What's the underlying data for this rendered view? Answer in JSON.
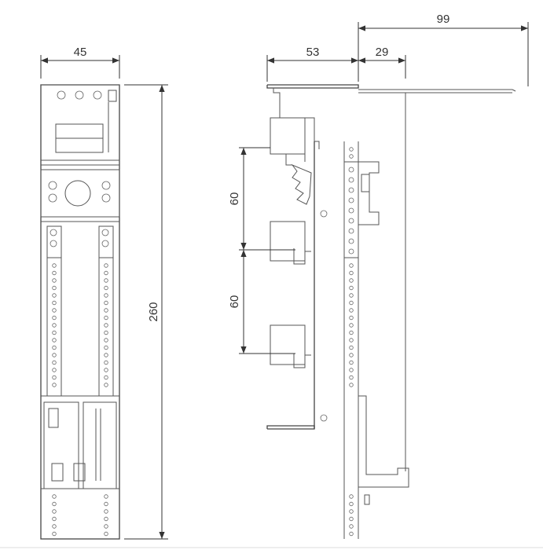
{
  "dimensions": {
    "front_width": "45",
    "total_height": "260",
    "side_depth": "53",
    "offset_depth": "29",
    "overall_depth": "99",
    "spacing_upper": "60",
    "spacing_lower": "60"
  },
  "colors": {
    "line": "#555555",
    "dimension": "#333333",
    "background": "#ffffff"
  }
}
